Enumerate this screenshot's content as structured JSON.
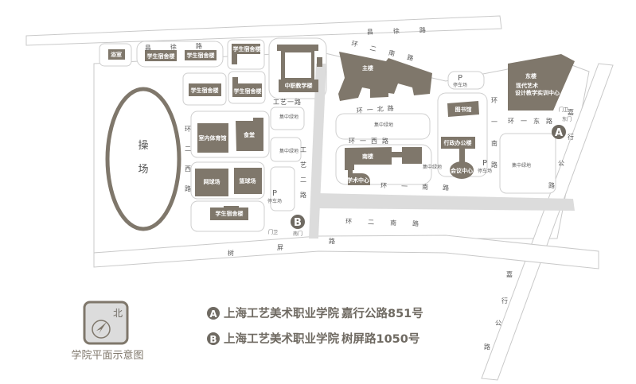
{
  "colors": {
    "building": "#7f776b",
    "canal": "#dcdcdc",
    "road_edge": "#c9c9c9"
  },
  "roads": {
    "changxu": "昌徐路",
    "shuping": "树屏路",
    "jiaxing": "嘉行公路",
    "huan2nan": "环二南路",
    "huan1bei": "环一北路",
    "huan1xi": "环一西路",
    "huan1nan": "环一南路",
    "huan1dong": "环一东路",
    "huan2xi": "环二西路",
    "gongyi1": "工艺一路",
    "gongyi2": "工艺二路",
    "huan_dong_vertical": "环一南路"
  },
  "buildings": {
    "bathhouse": "浴室",
    "dorm": "学生宿舍楼",
    "vocational": "中职教学楼",
    "main_building": "主楼",
    "east_building": "东楼",
    "east_sub1": "现代艺术",
    "east_sub2": "设计教学实训中心",
    "library": "图书馆",
    "admin": "行政办公楼",
    "conference": "会议中心",
    "south_building": "南楼",
    "academic": "学术中心",
    "gym": "室内体育馆",
    "canteen": "食堂",
    "tennis": "网球场",
    "basketball": "篮球场",
    "track": "操场"
  },
  "areas": {
    "green": "集中绿地",
    "parking_p": "P",
    "parking": "停车场",
    "guard": "门卫"
  },
  "gates": {
    "east": {
      "marker": "A",
      "label": "东门"
    },
    "south": {
      "marker": "B",
      "label": "南门"
    }
  },
  "legend": {
    "title": "学院平面示意图",
    "north": "北",
    "entries": [
      {
        "marker": "A",
        "school": "上海工艺美术职业学院",
        "address": "嘉行公路851号"
      },
      {
        "marker": "B",
        "school": "上海工艺美术职业学院",
        "address": "树屏路1050号"
      }
    ]
  }
}
